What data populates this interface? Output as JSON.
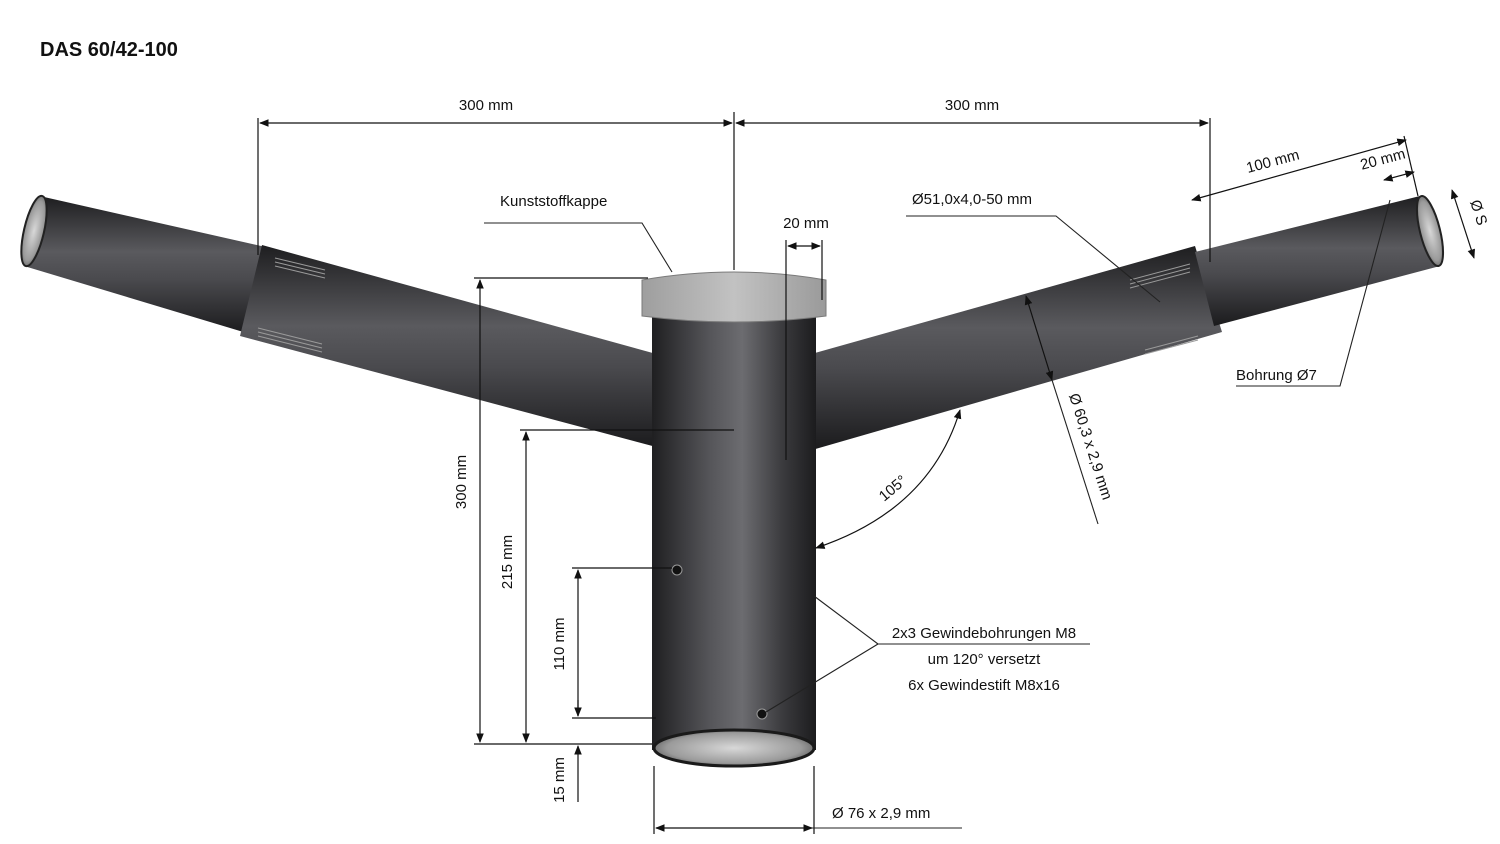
{
  "title": "DAS 60/42-100",
  "labels": {
    "left_span": "300 mm",
    "right_span": "300 mm",
    "arm_inset": "100 mm",
    "hole_offset": "20 mm",
    "cap": "Kunststoffkappe",
    "cap_width": "20 mm",
    "inner_tube": "Ø51,0x4,0-50 mm",
    "end_diameter": "Ø S",
    "hole": "Bohrung Ø7",
    "arm_tube": "Ø 60,3 x 2,9 mm",
    "angle": "105°",
    "height_total": "300 mm",
    "height_arm": "215 mm",
    "height_holes": "110 mm",
    "height_bottom": "15 mm",
    "threads_line1": "2x3 Gewindebohrungen M8",
    "threads_line2": "um 120° versetzt",
    "threads_line3": "6x Gewindestift M8x16",
    "base_tube": "Ø 76 x 2,9 mm"
  },
  "colors": {
    "tube_dark": "#2b2b2d",
    "tube_light": "#6a6a6e",
    "cap": "#b4b4b4"
  }
}
